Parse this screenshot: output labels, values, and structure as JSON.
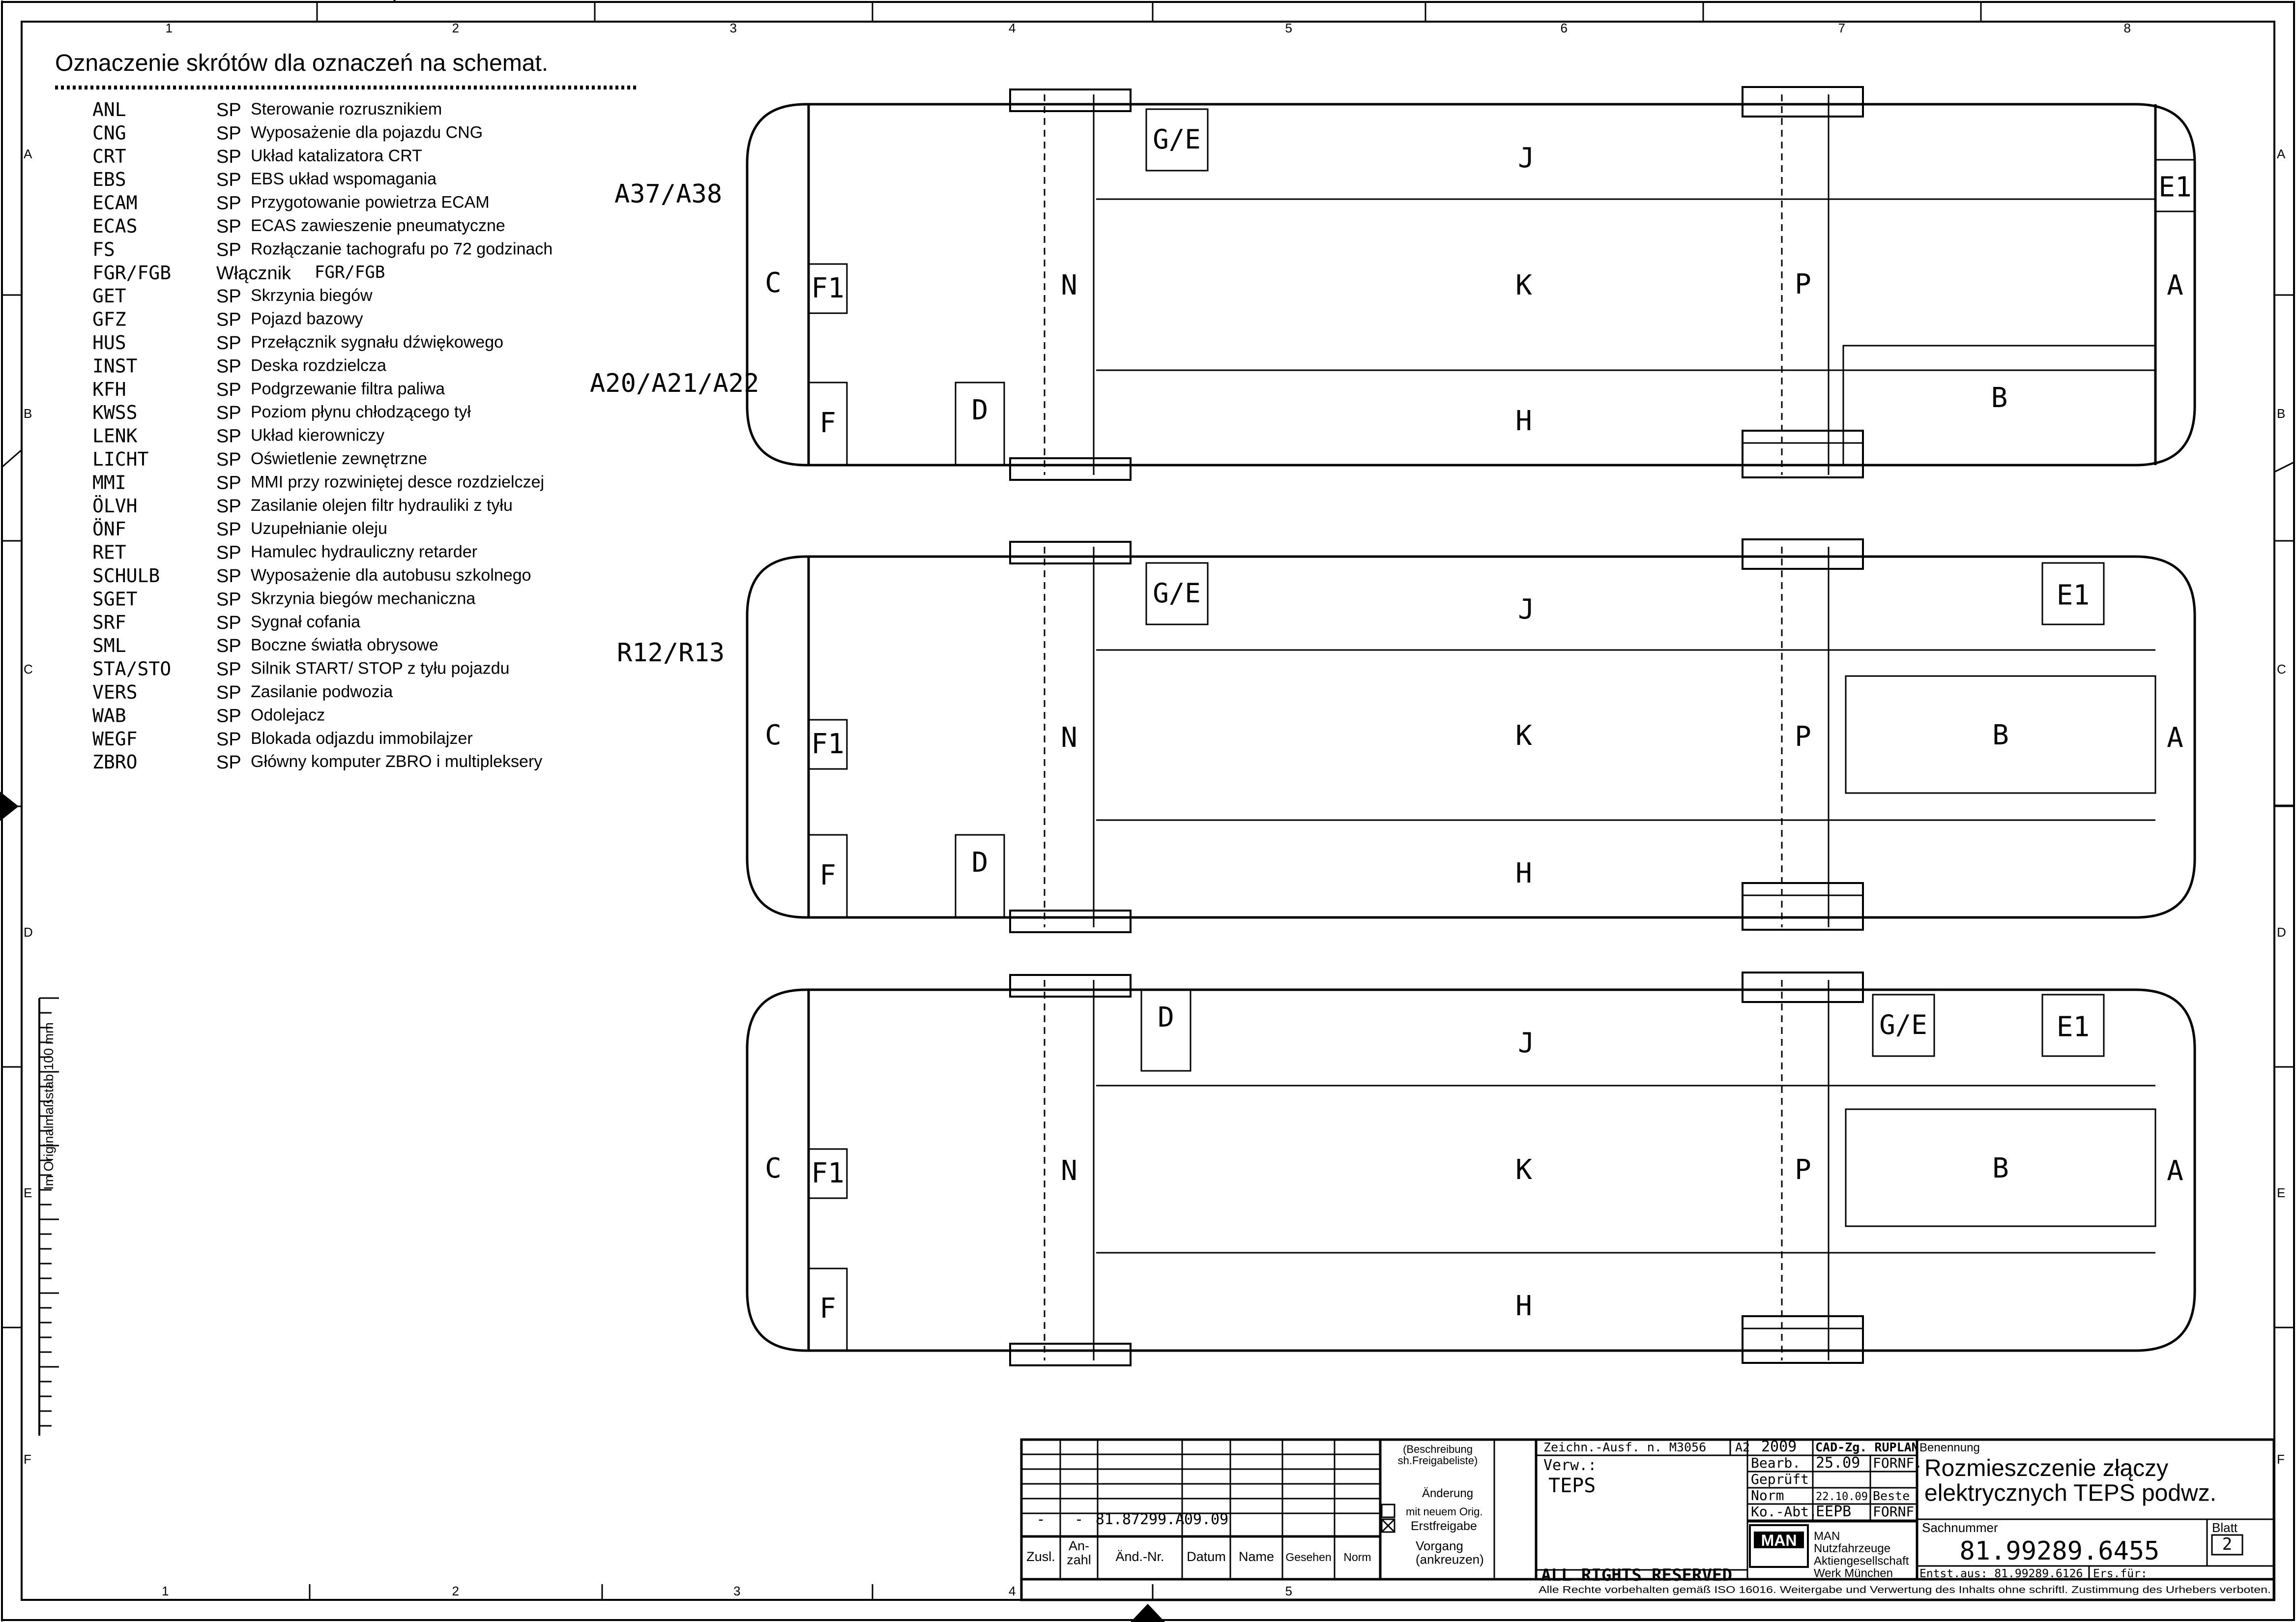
{
  "legend": {
    "title": "Oznaczenie skrótów dla oznaczeń na schemat.",
    "entries": [
      {
        "code": "ANL",
        "sp": "SP",
        "desc": "Sterowanie rozrusznikiem"
      },
      {
        "code": "CNG",
        "sp": "SP",
        "desc": "Wyposażenie dla pojazdu CNG"
      },
      {
        "code": "CRT",
        "sp": "SP",
        "desc": "Układ katalizatora CRT"
      },
      {
        "code": "EBS",
        "sp": "SP",
        "desc": "EBS układ wspomagania"
      },
      {
        "code": "ECAM",
        "sp": "SP",
        "desc": "Przygotowanie powietrza ECAM"
      },
      {
        "code": "ECAS",
        "sp": "SP",
        "desc": "ECAS zawieszenie pneumatyczne"
      },
      {
        "code": "FS",
        "sp": "SP",
        "desc": "Rozłączanie tachografu po 72 godzinach"
      },
      {
        "code": "FGR/FGB",
        "sp": "Włącznik",
        "desc": "FGR/FGB"
      },
      {
        "code": "GET",
        "sp": "SP",
        "desc": "Skrzynia biegów"
      },
      {
        "code": "GFZ",
        "sp": "SP",
        "desc": "Pojazd bazowy"
      },
      {
        "code": "HUS",
        "sp": "SP",
        "desc": "Przełącznik sygnału dźwiękowego"
      },
      {
        "code": "INST",
        "sp": "SP",
        "desc": "Deska rozdzielcza"
      },
      {
        "code": "KFH",
        "sp": "SP",
        "desc": "Podgrzewanie filtra paliwa"
      },
      {
        "code": "KWSS",
        "sp": "SP",
        "desc": "Poziom płynu chłodzącego tył"
      },
      {
        "code": "LENK",
        "sp": "SP",
        "desc": "Układ kierowniczy"
      },
      {
        "code": "LICHT",
        "sp": "SP",
        "desc": "Oświetlenie zewnętrzne"
      },
      {
        "code": "MMI",
        "sp": "SP",
        "desc": "MMI przy rozwiniętej desce rozdzielczej"
      },
      {
        "code": "ÖLVH",
        "sp": "SP",
        "desc": "Zasilanie olejen filtr hydrauliki z tyłu"
      },
      {
        "code": "ÖNF",
        "sp": "SP",
        "desc": "Uzupełnianie oleju"
      },
      {
        "code": "RET",
        "sp": "SP",
        "desc": "Hamulec hydrauliczny retarder"
      },
      {
        "code": "SCHULB",
        "sp": "SP",
        "desc": "Wyposażenie dla autobusu szkolnego"
      },
      {
        "code": "SGET",
        "sp": "SP",
        "desc": "Skrzynia biegów mechaniczna"
      },
      {
        "code": "SRF",
        "sp": "SP",
        "desc": "Sygnał cofania"
      },
      {
        "code": "SML",
        "sp": "SP",
        "desc": "Boczne światła obrysowe"
      },
      {
        "code": "STA/STO",
        "sp": "SP",
        "desc": "Silnik START/ STOP z tyłu pojazdu"
      },
      {
        "code": "VERS",
        "sp": "SP",
        "desc": "Zasilanie podwozia"
      },
      {
        "code": "WAB",
        "sp": "SP",
        "desc": "Odolejacz"
      },
      {
        "code": "WEGF",
        "sp": "SP",
        "desc": "Blokada odjazdu immobilajzer"
      },
      {
        "code": "ZBRO",
        "sp": "SP",
        "desc": "Główny komputer ZBRO i multipleksery"
      }
    ]
  },
  "grid": {
    "columns": [
      "1",
      "2",
      "3",
      "4",
      "5",
      "6",
      "7",
      "8"
    ],
    "bottom_columns": [
      "1",
      "2",
      "3",
      "4",
      "5"
    ],
    "rows": [
      "A",
      "B",
      "C",
      "D",
      "E",
      "F"
    ],
    "scale_note": "Im Originalmaßstab 100 mm"
  },
  "variants": [
    {
      "labels": [
        "A37/A38",
        "A20/A21/A22"
      ]
    },
    {
      "labels": [
        "R12/R13"
      ]
    },
    {
      "labels": []
    }
  ],
  "zones": {
    "c": "C",
    "f1": "F1",
    "f": "F",
    "d": "D",
    "ge": "G/E",
    "j": "J",
    "k": "K",
    "h": "H",
    "n": "N",
    "p": "P",
    "e1": "E1",
    "a": "A",
    "b": "B"
  },
  "title_block": {
    "rev_row": [
      "-",
      "-",
      "81.87299.A",
      "09.09"
    ],
    "rev_headers": [
      "Zusl.",
      "An-\nzahl",
      "Änd.-Nr.",
      "Datum",
      "Name",
      "Gesehen",
      "Norm"
    ],
    "note_beschreibung": "(Beschreibung\nsh.Freigabeliste)",
    "aenderung": "Änderung",
    "mit_neuem": "mit neuem Orig.",
    "erstfreigabe": "Erstfreigabe",
    "vorgang": "Vorgang\n(ankreuzen)",
    "zeichn_ausf": "Zeichn.-Ausf. n. M3056",
    "format": "A2",
    "year": "2009",
    "cad": "CAD-Zg. RUPLAN",
    "verw_label": "Verw.:",
    "verw_value": "TEPS",
    "rows": [
      {
        "label": "Bearb.",
        "date": "25.09",
        "name": "FORNF."
      },
      {
        "label": "Geprüft",
        "date": "",
        "name": ""
      },
      {
        "label": "Norm",
        "date": "22.10.09",
        "name": "Beste"
      },
      {
        "label": "Ko.-Abt.",
        "date": "EEPB",
        "name": "FORNF"
      }
    ],
    "benennung_label": "Benennung",
    "benennung": "Rozmieszczenie złączy\nelektrycznych TEPS podwz.",
    "sachnummer_label": "Sachnummer",
    "sachnummer": "81.99289.6455",
    "blatt_label": "Blatt",
    "blatt": "2",
    "company": "MAN\nNutzfahrzeuge\nAktiengesellschaft\nWerk München",
    "logo": "MAN",
    "rights": "ALL RIGHTS RESERVED",
    "entst_aus": "Entst.aus: 81.99289.6126",
    "ers_fuer": "Ers.für:",
    "footer": "Alle Rechte vorbehalten gemäß ISO 16016. Weitergabe und Verwertung des Inhalts ohne schriftl. Zustimmung des Urhebers verboten."
  }
}
